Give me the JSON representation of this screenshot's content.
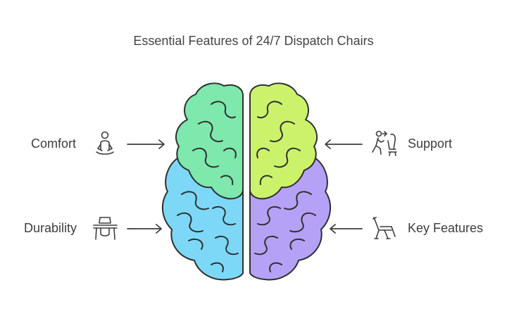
{
  "title": "Essential Features of 24/7 Dispatch Chairs",
  "labels": {
    "comfort": "Comfort",
    "durability": "Durability",
    "support": "Support",
    "key_features": "Key Features"
  },
  "icons": {
    "comfort": "person-meditating-icon",
    "durability": "high-chair-icon",
    "support": "person-to-chair-icon",
    "key_features": "recliner-chair-icon"
  },
  "colors": {
    "top_left_lobe": "#7ee8ad",
    "bottom_left_lobe": "#7dd8f8",
    "top_right_lobe": "#ccf26c",
    "bottom_right_lobe": "#b5a2f6",
    "outline": "#2f2f2f"
  }
}
